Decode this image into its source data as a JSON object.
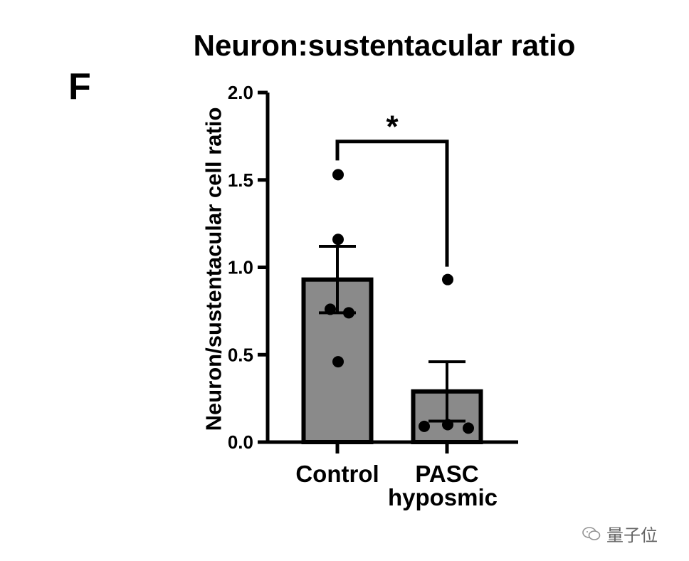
{
  "panel_letter": "F",
  "watermark": {
    "text": "量子位",
    "icon": "wechat-icon"
  },
  "chart_data": {
    "type": "bar",
    "title": "Neuron:sustentacular ratio",
    "ylabel": "Neuron/sustentacular cell ratio",
    "xlabel": "",
    "ylim": [
      0,
      2.0
    ],
    "yticks": [
      {
        "value": 0.0,
        "label": "0.0"
      },
      {
        "value": 0.5,
        "label": "0.5"
      },
      {
        "value": 1.0,
        "label": "1.0"
      },
      {
        "value": 1.5,
        "label": "1.5"
      },
      {
        "value": 2.0,
        "label": "2.0"
      }
    ],
    "categories": [
      {
        "label": [
          "Control"
        ],
        "value": 0.93,
        "error": 0.19,
        "points": [
          1.53,
          1.16,
          0.76,
          0.74,
          0.46
        ]
      },
      {
        "label": [
          "PASC",
          "hyposmic"
        ],
        "value": 0.29,
        "error": 0.17,
        "points": [
          0.93,
          0.09,
          0.1,
          0.08
        ]
      }
    ],
    "bar_color": "#8a8a8a",
    "edge_color": "#000000",
    "significance": {
      "between": [
        0,
        1
      ],
      "label": "*",
      "bracket_y": 1.72
    },
    "grid": false,
    "legend": "none"
  }
}
